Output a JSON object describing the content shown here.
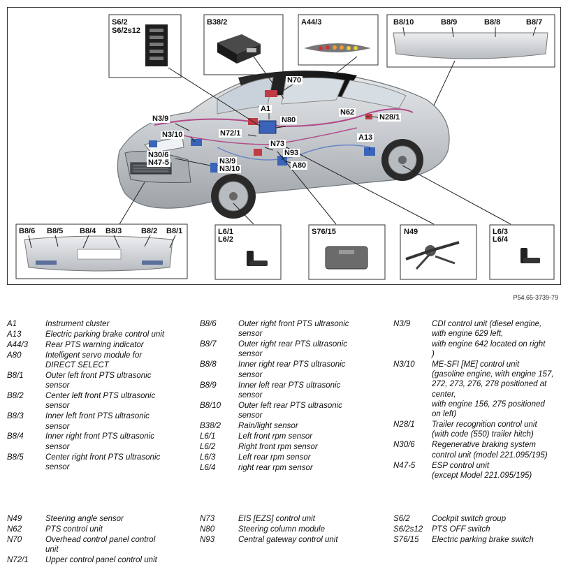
{
  "figure_id": "P54.65-3739-79",
  "inset_labels": {
    "s62": "S6/2",
    "s62s12": "S6/2s12",
    "b382": "B38/2",
    "a443": "A44/3",
    "rear": [
      "B8/10",
      "B8/9",
      "B8/8",
      "B8/7"
    ],
    "front": [
      "B8/6",
      "B8/5",
      "B8/4",
      "B8/3",
      "B8/2",
      "B8/1"
    ],
    "l61": "L6/1",
    "l62": "L6/2",
    "s7615": "S76/15",
    "n49": "N49",
    "l63": "L6/3",
    "l64": "L6/4"
  },
  "car_labels": {
    "n70": "N70",
    "a1": "A1",
    "n62": "N62",
    "n281": "N28/1",
    "n39a": "N3/9",
    "n80": "N80",
    "n310a": "N3/10",
    "n721": "N72/1",
    "a13": "A13",
    "n73": "N73",
    "n93": "N93",
    "n306": "N30/6",
    "n475": "N47-5",
    "n39b": "N3/9",
    "n310b": "N3/10",
    "a80": "A80"
  },
  "legend": {
    "col1": [
      {
        "code": "A1",
        "desc": "Instrument cluster"
      },
      {
        "code": "A13",
        "desc": "Electric parking brake control unit"
      },
      {
        "code": "A44/3",
        "desc": "Rear PTS warning indicator"
      },
      {
        "code": "A80",
        "desc": "Intelligent servo module for\nDIRECT SELECT"
      },
      {
        "code": "B8/1",
        "desc": "Outer left front PTS ultrasonic\nsensor"
      },
      {
        "code": "B8/2",
        "desc": "Center left front PTS ultrasonic\nsensor"
      },
      {
        "code": "B8/3",
        "desc": "Inner left front PTS ultrasonic\nsensor"
      },
      {
        "code": "B8/4",
        "desc": "Inner right front PTS ultrasonic\nsensor"
      },
      {
        "code": "B8/5",
        "desc": "Center right front PTS ultrasonic\nsensor"
      }
    ],
    "col2": [
      {
        "code": "B8/6",
        "desc": "Outer right front PTS ultrasonic\nsensor"
      },
      {
        "code": "B8/7",
        "desc": "Outer right rear PTS ultrasonic\nsensor"
      },
      {
        "code": "B8/8",
        "desc": "Inner right rear PTS ultrasonic\nsensor"
      },
      {
        "code": "B8/9",
        "desc": "Inner left rear PTS ultrasonic\nsensor"
      },
      {
        "code": "B8/10",
        "desc": "Outer left rear PTS ultrasonic\nsensor"
      },
      {
        "code": "B38/2",
        "desc": "Rain/light sensor"
      },
      {
        "code": "L6/1",
        "desc": "Left front rpm sensor"
      },
      {
        "code": "L6/2",
        "desc": "Right front rpm sensor"
      },
      {
        "code": "L6/3",
        "desc": "Left rear rpm sensor"
      },
      {
        "code": "L6/4",
        "desc": "right rear rpm sensor"
      }
    ],
    "col3": [
      {
        "code": "N3/9",
        "desc": "CDI control unit (diesel engine,\nwith engine 629 left,\nwith engine 642 located on right\n)"
      },
      {
        "code": "N3/10",
        "desc": "ME-SFI [ME] control unit\n(gasoline engine, with engine 157,\n272, 273, 276, 278 positioned at\ncenter,\nwith engine 156, 275 positioned\non left)"
      },
      {
        "code": "N28/1",
        "desc": "Trailer recognition control unit\n(with code (550) trailer hitch)"
      },
      {
        "code": "N30/6",
        "desc": "Regenerative braking system\ncontrol unit (model 221.095/195)"
      },
      {
        "code": "N47-5",
        "desc": "ESP control unit\n(except Model 221.095/195)"
      }
    ],
    "col1b": [
      {
        "code": "N49",
        "desc": "Steering angle sensor"
      },
      {
        "code": "N62",
        "desc": "PTS control unit"
      },
      {
        "code": "N70",
        "desc": "Overhead control panel control\nunit"
      },
      {
        "code": "N72/1",
        "desc": "Upper control panel control unit"
      }
    ],
    "col2b": [
      {
        "code": "N73",
        "desc": "EIS [EZS] control unit"
      },
      {
        "code": "N80",
        "desc": "Steering column module"
      },
      {
        "code": "N93",
        "desc": "Central gateway control unit"
      }
    ],
    "col3b": [
      {
        "code": "S6/2",
        "desc": "Cockpit switch group"
      },
      {
        "code": "S6/2s12",
        "desc": "PTS OFF switch"
      },
      {
        "code": "S76/15",
        "desc": "Electric parking brake switch"
      }
    ]
  }
}
